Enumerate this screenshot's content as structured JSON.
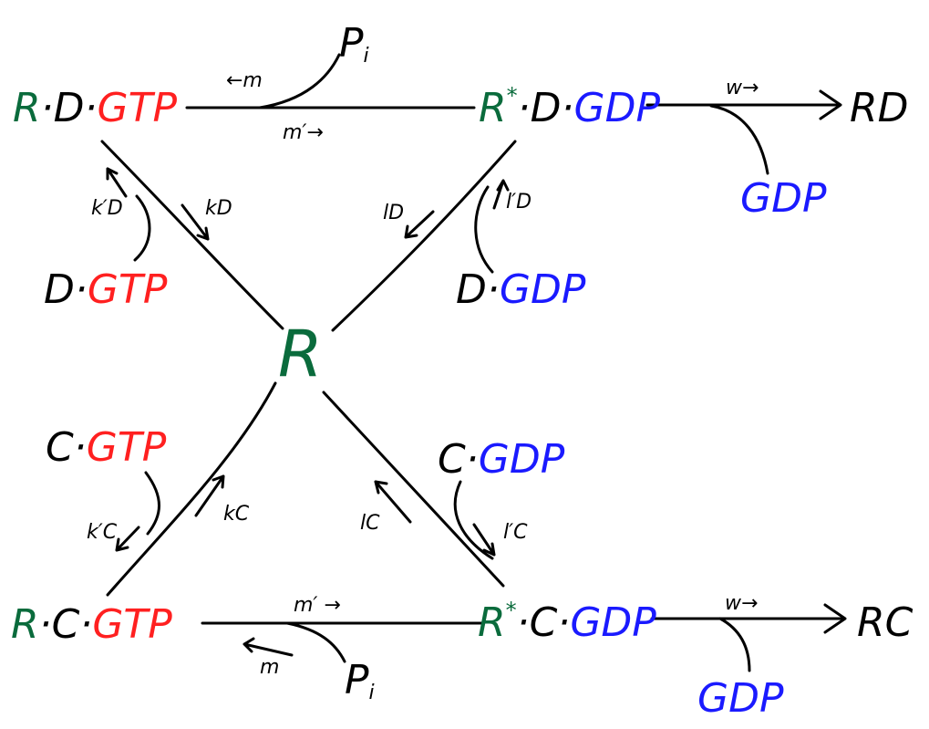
{
  "colors": {
    "receptor": "#0a6b3c",
    "gtp": "#ff2020",
    "gdp": "#1a1aff",
    "ink": "#000000"
  },
  "nodes": {
    "rdgtp": {
      "r": "R",
      "dot1": "·",
      "d": "D",
      "dot2": "·",
      "nuc": "GTP"
    },
    "rsdgdp": {
      "r": "R",
      "star": "*",
      "dot1": "·",
      "d": "D",
      "dot2": "·",
      "nuc": "GDP"
    },
    "rd": {
      "text": "RD"
    },
    "gdp_top": {
      "text": "GDP"
    },
    "pi_top": {
      "p": "P",
      "i": "i"
    },
    "dgtp": {
      "d": "D",
      "dot": "·",
      "nuc": "GTP"
    },
    "dgdp": {
      "d": "D",
      "dot": "·",
      "nuc": "GDP"
    },
    "center": {
      "text": "R"
    },
    "cgtp": {
      "c": "C",
      "dot": "·",
      "nuc": "GTP"
    },
    "cgdp": {
      "c": "C",
      "dot": "·",
      "nuc": "GDP"
    },
    "rcgtp": {
      "r": "R",
      "dot1": "·",
      "c": "C",
      "dot2": "·",
      "nuc": "GTP"
    },
    "rscgdp": {
      "r": "R",
      "star": "*",
      "dot1": "·",
      "c": "C",
      "dot2": "·",
      "nuc": "GDP"
    },
    "rc": {
      "text": "RC"
    },
    "gdp_bot": {
      "text": "GDP"
    },
    "pi_bot": {
      "p": "P",
      "i": "i"
    }
  },
  "rates": {
    "m_top": "←m",
    "mprime_top": "m′→",
    "w_top": "w→",
    "kD_prime": "k′D",
    "kD": "kD",
    "lD": "lD",
    "lD_prime": "l′D",
    "kC_prime": "k′C",
    "kC": "kC",
    "lC": "lC",
    "lC_prime": "l′C",
    "mprime_bot": "m′ →",
    "m_bot": "m",
    "w_bot": "w→"
  }
}
